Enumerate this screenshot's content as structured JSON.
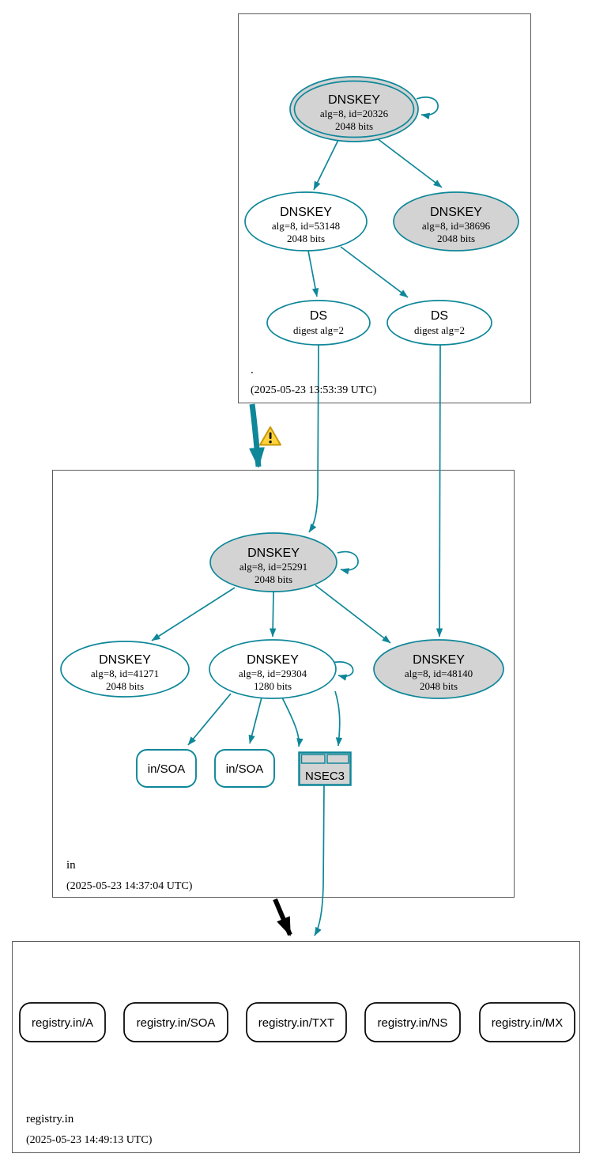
{
  "colors": {
    "edge_secure_teal": "#0e8799",
    "edge_insecure_black": "#000000",
    "node_fill_gray": "#d3d3d3",
    "node_fill_white": "#ffffff",
    "zone_box_border": "#5b5b5b",
    "warning_fill": "#ffd43b",
    "warning_border": "#c9980a"
  },
  "icons": {
    "warning": "warning-triangle"
  },
  "zones": {
    "root": {
      "name": ".",
      "timestamp": "(2025-05-23 13:53:39 UTC)",
      "ksk": {
        "title": "DNSKEY",
        "algline": "alg=8, id=20326",
        "bitsline": "2048 bits"
      },
      "zsk": {
        "title": "DNSKEY",
        "algline": "alg=8, id=53148",
        "bitsline": "2048 bits"
      },
      "key38696": {
        "title": "DNSKEY",
        "algline": "alg=8, id=38696",
        "bitsline": "2048 bits"
      },
      "ds_left": {
        "title": "DS",
        "digestline": "digest alg=2"
      },
      "ds_right": {
        "title": "DS",
        "digestline": "digest alg=2"
      }
    },
    "in_zone": {
      "name": "in",
      "timestamp": "(2025-05-23 14:37:04 UTC)",
      "ksk": {
        "title": "DNSKEY",
        "algline": "alg=8, id=25291",
        "bitsline": "2048 bits"
      },
      "key41271": {
        "title": "DNSKEY",
        "algline": "alg=8, id=41271",
        "bitsline": "2048 bits"
      },
      "key29304": {
        "title": "DNSKEY",
        "algline": "alg=8, id=29304",
        "bitsline": "1280 bits"
      },
      "key48140": {
        "title": "DNSKEY",
        "algline": "alg=8, id=48140",
        "bitsline": "2048 bits"
      },
      "soa_left": {
        "label": "in/SOA"
      },
      "soa_right": {
        "label": "in/SOA"
      },
      "nsec3": {
        "label": "NSEC3"
      }
    },
    "registry": {
      "name": "registry.in",
      "timestamp": "(2025-05-23 14:49:13 UTC)",
      "rr_a": {
        "label": "registry.in/A"
      },
      "rr_soa": {
        "label": "registry.in/SOA"
      },
      "rr_txt": {
        "label": "registry.in/TXT"
      },
      "rr_ns": {
        "label": "registry.in/NS"
      },
      "rr_mx": {
        "label": "registry.in/MX"
      }
    }
  }
}
